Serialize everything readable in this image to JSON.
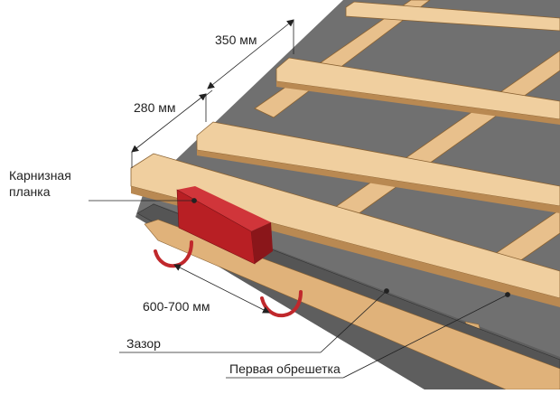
{
  "labels": {
    "dim_top": "350 мм",
    "dim_second": "280 мм",
    "eave_plank_line1": "Карнизная",
    "eave_plank_line2": "планка",
    "hook_spacing": "600-700 мм",
    "gap": "Зазор",
    "first_batten": "Первая обрешетка"
  },
  "colors": {
    "wood": "#ecc89a",
    "wood_dark": "#b98952",
    "wood_edge": "#8a6232",
    "membrane": "#6f6f6f",
    "membrane_dark": "#4a4a4a",
    "eave_plank": "#c0282c",
    "eave_plank_dark": "#8a161a",
    "hook": "#c0282c",
    "ink": "#222222"
  }
}
